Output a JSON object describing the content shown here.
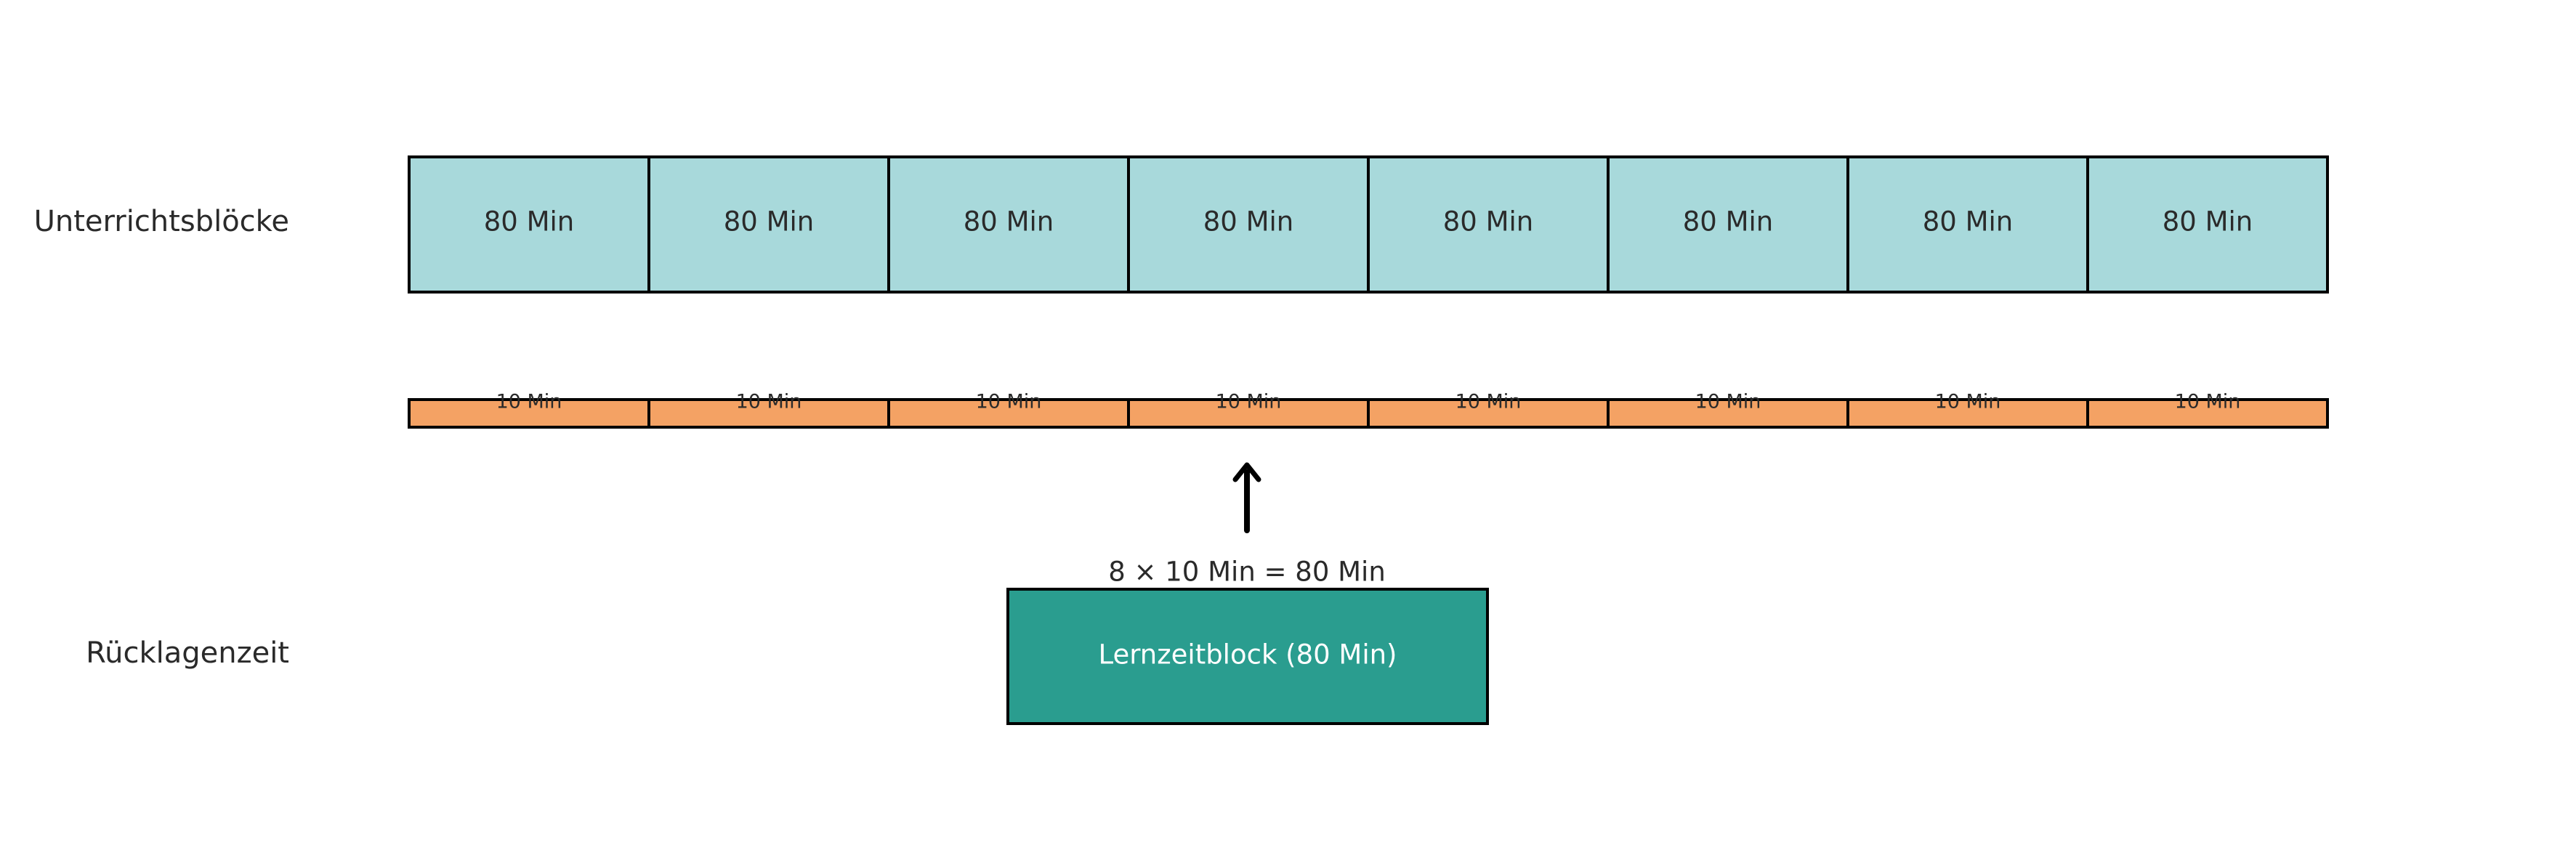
{
  "rows": {
    "lessons_label": "Unterrichtsblöcke",
    "reserve_label": "Rücklagenzeit"
  },
  "lesson_blocks": [
    "80 Min",
    "80 Min",
    "80 Min",
    "80 Min",
    "80 Min",
    "80 Min",
    "80 Min",
    "80 Min"
  ],
  "saved_strips": [
    "10 Min",
    "10 Min",
    "10 Min",
    "10 Min",
    "10 Min",
    "10 Min",
    "10 Min",
    "10 Min"
  ],
  "equation": "8 × 10 Min = 80 Min",
  "study_block": {
    "label": "Lernzeitblock (80 Min)"
  },
  "colors": {
    "lesson_fill": "#a8d9db",
    "strip_fill": "#f4a264",
    "study_fill": "#2a9d8f",
    "stroke": "#000000",
    "text": "#2a2a2a",
    "study_text": "#ffffff"
  },
  "icons": {
    "arrow": "arrow-up-icon"
  }
}
